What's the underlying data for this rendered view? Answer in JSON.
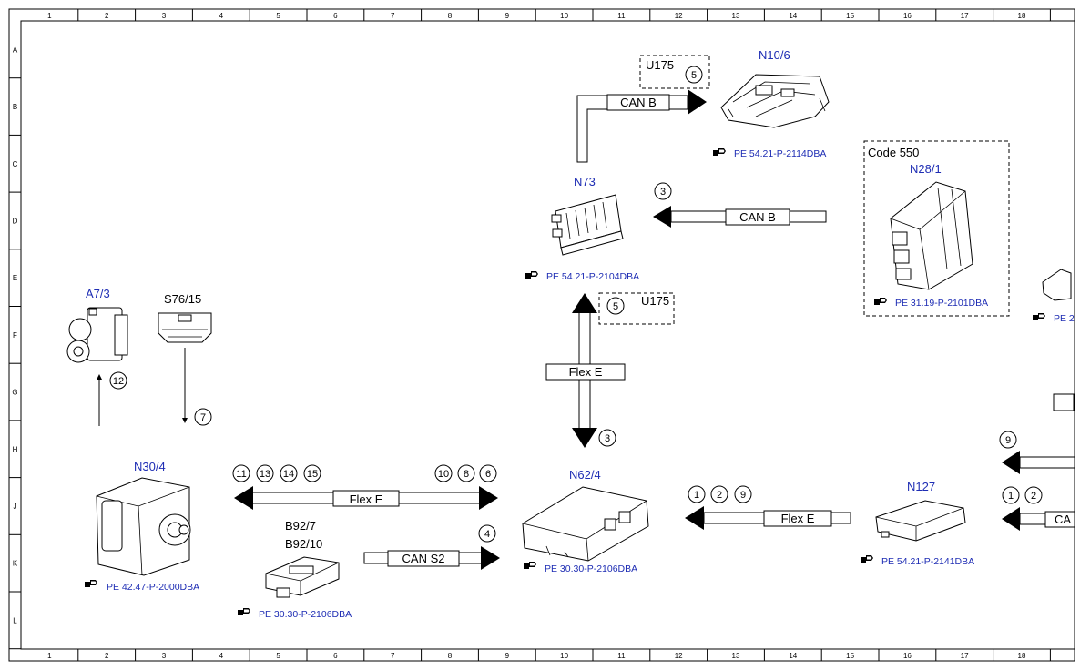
{
  "grid": {
    "columns": [
      "1",
      "2",
      "3",
      "4",
      "5",
      "6",
      "7",
      "8",
      "9",
      "10",
      "11",
      "12",
      "13",
      "14",
      "15",
      "16",
      "17",
      "18"
    ],
    "rows": [
      "A",
      "B",
      "C",
      "D",
      "E",
      "F",
      "G",
      "H",
      "J",
      "K",
      "L"
    ]
  },
  "components": {
    "n10_6": {
      "name": "N10/6",
      "ref": "PE 54.21-P-2114DBA"
    },
    "n73": {
      "name": "N73",
      "ref": "PE 54.21-P-2104DBA"
    },
    "n28_1": {
      "name": "N28/1",
      "ref": "PE 31.19-P-2101DBA",
      "code": "Code 550"
    },
    "a7_3": {
      "name": "A7/3"
    },
    "s76_15": {
      "name": "S76/15"
    },
    "n30_4": {
      "name": "N30/4",
      "ref": "PE 42.47-P-2000DBA"
    },
    "b92": {
      "name1": "B92/7",
      "name2": "B92/10",
      "ref": "PE 30.30-P-2106DBA"
    },
    "n62_4": {
      "name": "N62/4",
      "ref": "PE 30.30-P-2106DBA"
    },
    "n127": {
      "name": "N127",
      "ref": "PE 54.21-P-2141DBA"
    },
    "edge_ref": {
      "ref": "PE 2"
    }
  },
  "buses": {
    "can_b_top": "CAN B",
    "can_b_mid": "CAN B",
    "flex_e_vertical": "Flex E",
    "flex_e_left": "Flex E",
    "can_s2": "CAN S2",
    "flex_e_right": "Flex E",
    "ca_edge": "CA"
  },
  "options": {
    "u175_top": "U175",
    "u175_mid": "U175"
  },
  "callouts": {
    "c5_top": "5",
    "c3_top": "3",
    "c5_mid": "5",
    "c3_mid": "3",
    "c12": "12",
    "c7": "7",
    "c11": "11",
    "c13": "13",
    "c14": "14",
    "c15": "15",
    "c10": "10",
    "c8": "8",
    "c6": "6",
    "c4": "4",
    "c1a": "1",
    "c2a": "2",
    "c9a": "9",
    "c9b": "9",
    "c1b": "1",
    "c2b": "2"
  }
}
